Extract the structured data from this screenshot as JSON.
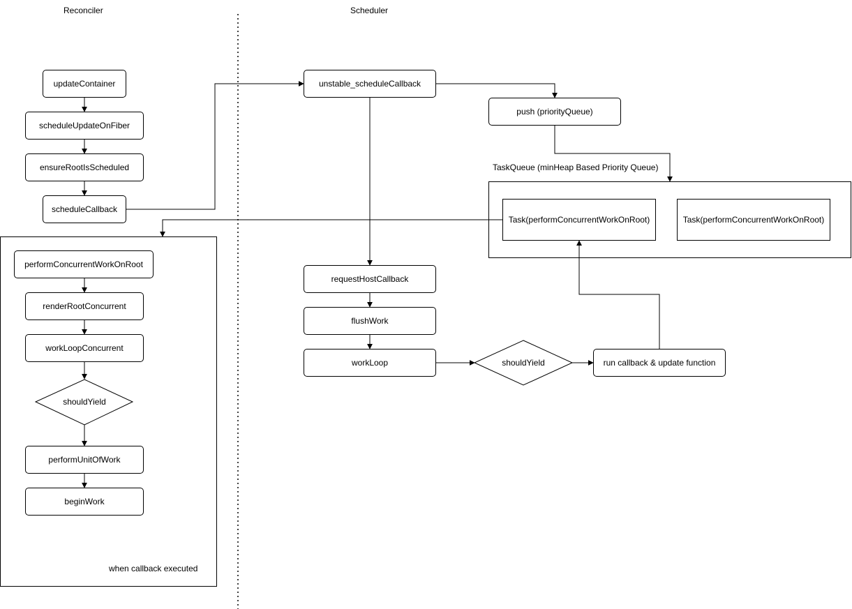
{
  "lanes": {
    "reconciler": "Reconciler",
    "scheduler": "Scheduler"
  },
  "reconciler": {
    "update_container": "updateContainer",
    "schedule_update_on_fiber": "scheduleUpdateOnFiber",
    "ensure_root_is_scheduled": "ensureRootIsScheduled",
    "schedule_callback": "scheduleCallback"
  },
  "callback_box": {
    "perform_concurrent_work_on_root": "performConcurrentWorkOnRoot",
    "render_root_concurrent": "renderRootConcurrent",
    "work_loop_concurrent": "workLoopConcurrent",
    "should_yield": "shouldYield",
    "perform_unit_of_work": "performUnitOfWork",
    "begin_work": "beginWork",
    "caption": "when callback executed"
  },
  "scheduler": {
    "unstable_schedule_callback": "unstable_scheduleCallback",
    "push": "push (priorityQueue)",
    "task_queue_label": "TaskQueue (minHeap Based Priority Queue)",
    "task_1": "Task(performConcurrentWorkOnRoot)",
    "task_2": "Task(performConcurrentWorkOnRoot)",
    "request_host_callback": "requestHostCallback",
    "flush_work": "flushWork",
    "work_loop": "workLoop",
    "should_yield": "shouldYield",
    "run_callback": "run callback & update function"
  }
}
